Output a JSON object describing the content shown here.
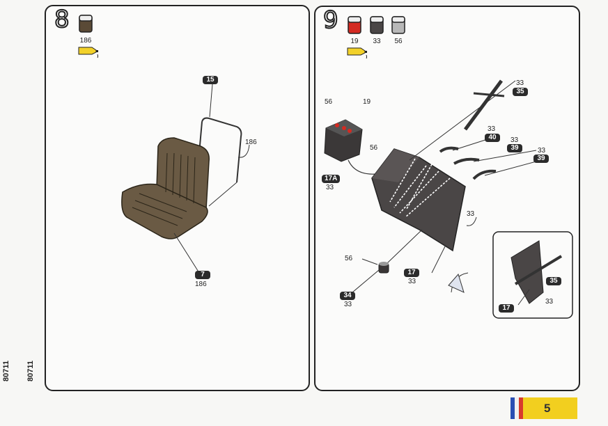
{
  "side_code": "80711",
  "page_number": "5",
  "step8": {
    "number": "8",
    "paint_codes": [
      "186"
    ],
    "parts": {
      "backrest": "15",
      "seat": "7"
    },
    "seat_paint": "186",
    "backrest_paint": "186"
  },
  "step9": {
    "number": "9",
    "paint_codes": [
      "19",
      "33",
      "56"
    ],
    "colors": {
      "19": "#d42a22",
      "33": "#4a4646",
      "56": "#b8b8b8"
    },
    "parts": {
      "rod": "35",
      "rod_paint": "33",
      "lever_a": "40",
      "lever_a_paint": "33",
      "lever_b": "39",
      "lever_b_paint": "33",
      "lever_c": "39",
      "lever_c_paint": "33",
      "box": "17A",
      "box_paint": "33",
      "box_top_paint": "56",
      "box_side_paint": "56",
      "box_lights": "19",
      "panel": "17",
      "panel_paint": "33",
      "panel_callout": "33",
      "knob": "34",
      "knob_paint": "33",
      "knob_top": "56"
    },
    "inset": {
      "rod": "35",
      "panel": "17",
      "paint": "33"
    }
  }
}
